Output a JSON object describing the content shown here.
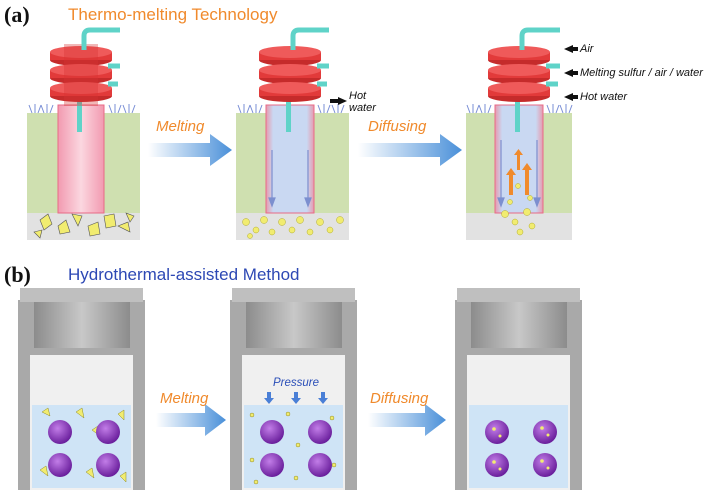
{
  "panel_a": {
    "letter": "(a)",
    "title": "Thermo-melting Technology",
    "title_color": "#f08a2c",
    "arrow1_label": "Melting",
    "arrow2_label": "Diffusing",
    "hot_water_line1": "Hot",
    "hot_water_line2": "water",
    "pipe_labels": [
      "Air",
      "Melting sulfur / air / water",
      "Hot water"
    ]
  },
  "panel_b": {
    "letter": "(b)",
    "title": "Hydrothermal-assisted Method",
    "title_color": "#2d48b4",
    "arrow1_label": "Melting",
    "arrow2_label": "Diffusing",
    "pressure_label": "Pressure"
  },
  "colors": {
    "label_orange": "#f08a2c",
    "flange_red": "#e23a3a",
    "pipe_teal": "#5fd3c8",
    "soil_green": "#cfe0b0",
    "sulfur_yellow": "#f1ec70",
    "liquid_blue": "#cfe4f6",
    "vessel_gray": "#a9a9a9",
    "particle_purple": "#8b3fbf"
  }
}
